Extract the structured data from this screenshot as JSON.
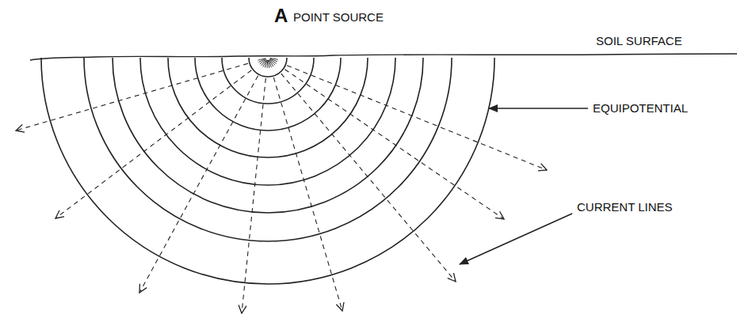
{
  "diagram": {
    "labels": [
      "A",
      "POINT SOURCE",
      "SOIL SURFACE",
      "EQUIPOTENTIAL",
      "CURRENT LINES"
    ]
  }
}
